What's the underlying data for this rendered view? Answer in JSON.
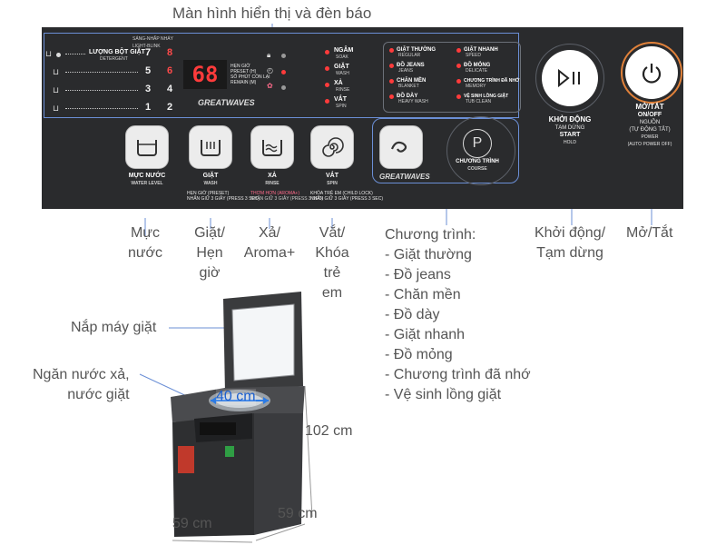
{
  "top_label": "Màn hình hiển thị và đèn báo",
  "panel": {
    "blink_label": "SÁNG-NHẤP NHÁY",
    "blink_label_en": "LIGHT-BLINK",
    "detergent_label": "LƯỢNG BỘT GIẶT",
    "detergent_label_en": "DETERGENT",
    "level_numbers": [
      [
        "7",
        "8"
      ],
      [
        "5",
        "6"
      ],
      [
        "3",
        "4"
      ],
      [
        "1",
        "2"
      ]
    ],
    "display_digits": "68",
    "display_labels": [
      {
        "vi": "HẸN GIỜ",
        "en": "PRESET (H)"
      },
      {
        "vi": "SỐ PHÚT CÒN LẠI",
        "en": "REMAIN (M)"
      }
    ],
    "brand": "GREATWAVES",
    "modes": [
      {
        "vi": "NGÂM",
        "en": "SOAK"
      },
      {
        "vi": "GIẶT",
        "en": "WASH"
      },
      {
        "vi": "XẢ",
        "en": "RINSE"
      },
      {
        "vi": "VẮT",
        "en": "SPIN"
      }
    ],
    "programs_left": [
      {
        "vi": "GIẶT THƯỜNG",
        "en": "REGULAR"
      },
      {
        "vi": "ĐỒ JEANS",
        "en": "JEANS"
      },
      {
        "vi": "CHĂN MỀN",
        "en": "BLANKET"
      },
      {
        "vi": "ĐỒ DÀY",
        "en": "HEAVY WASH"
      }
    ],
    "programs_right": [
      {
        "vi": "GIẶT NHANH",
        "en": "SPEED"
      },
      {
        "vi": "ĐỒ MỎNG",
        "en": "DELICATE"
      },
      {
        "vi": "CHƯƠNG TRÌNH ĐÃ NHỚ",
        "en": "MEMORY"
      },
      {
        "vi": "VỆ SINH LỒNG GIẶT",
        "en": "TUB CLEAN"
      }
    ],
    "buttons": {
      "water": {
        "vi": "MỰC NƯỚC",
        "en": "WATER LEVEL"
      },
      "wash": {
        "vi": "GIẶT",
        "en": "WASH",
        "sub": "HẸN GIỜ (PRESET)",
        "sub2": "NHẤN GIỮ 3 GIÂY (PRESS 3 SEC)"
      },
      "rinse": {
        "vi": "XẢ",
        "en": "RINSE",
        "sub": "THƠM HƠN (AROMA+)",
        "sub2": "NHẤN GIỮ 3 GIÂY (PRESS 3 SEC)"
      },
      "spin": {
        "vi": "VẮT",
        "en": "SPIN",
        "sub": "KHÓA TRẺ EM (CHILD LOCK)",
        "sub2": "NHẤN GIỮ 3 GIÂY (PRESS 3 SEC)"
      },
      "course": {
        "vi": "CHƯƠNG TRÌNH",
        "en": "COURSE"
      },
      "start": {
        "vi": "KHỞI ĐỘNG",
        "vi2": "TẠM DỪNG",
        "en": "START",
        "en2": "HOLD"
      },
      "power": {
        "vi": "MỞ/TẮT",
        "en": "ON/OFF",
        "vi2": "NGUỒN",
        "vi3": "(TỰ ĐỘNG TẮT)",
        "en2": "POWER",
        "en3": "(AUTO POWER OFF)"
      }
    }
  },
  "callouts": {
    "water_level": [
      "Mực",
      "nước"
    ],
    "wash": [
      "Giặt/",
      "Hẹn",
      "giờ"
    ],
    "rinse": [
      "Xả/",
      "Aroma+"
    ],
    "spin": [
      "Vắt/",
      "Khóa",
      "trẻ",
      "em"
    ],
    "programs_title": "Chương trình:",
    "programs": [
      "- Giặt thường",
      "- Đồ jeans",
      "- Chăn mền",
      "- Đồ dày",
      "- Giặt nhanh",
      "- Đồ mỏng",
      "- Chương trình đã nhớ",
      "- Vệ sinh lồng giặt"
    ],
    "start": [
      "Khởi động/",
      "Tạm dừng"
    ],
    "power": "Mở/Tắt",
    "lid": "Nắp máy giặt",
    "tray": [
      "Ngăn nước xả,",
      "nước giặt"
    ],
    "tub_width": "40 cm",
    "height": "102 cm",
    "depth": "59 cm",
    "width": "59 cm"
  },
  "colors": {
    "panel": "#2a2b2d",
    "display_red": "#ff3b3b",
    "power_ring": "#e0813a",
    "dimension_blue": "#2c7be5"
  }
}
